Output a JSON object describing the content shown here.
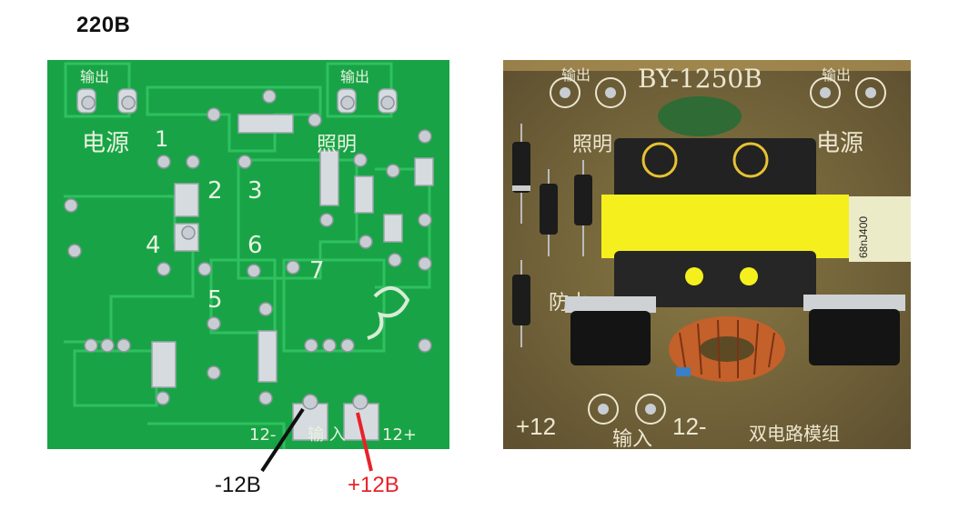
{
  "header": {
    "title": "220В"
  },
  "left_board": {
    "silk_top_left": "电源",
    "silk_top_left_small": "输出",
    "silk_top_right_small": "输出",
    "silk_top_right": "照明",
    "silk_numbers": [
      "1",
      "2",
      "3",
      "4",
      "5",
      "6",
      "7"
    ],
    "silk_bottom": {
      "minus": "12-",
      "input": "输 入",
      "plus": "12+"
    }
  },
  "right_board": {
    "model": "BY-1250B",
    "silk_left_small": "输出",
    "silk_left": "照明",
    "silk_right_small": "输出",
    "silk_right": "电源",
    "waterproof": "防水",
    "capacitor": "68nJ400",
    "bottom": {
      "plus": "+12",
      "input": "输入",
      "minus": "12-",
      "module": "双电路模组"
    }
  },
  "callouts": {
    "negative": "-12В",
    "positive": "+12В"
  },
  "colors": {
    "pcb_green": "#17a544",
    "pcb_brown": "#7a6a3c",
    "negative": "#111111",
    "positive": "#e8222a"
  }
}
